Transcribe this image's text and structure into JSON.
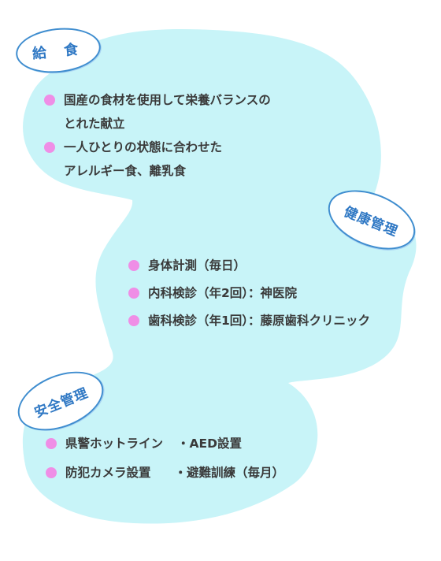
{
  "colors": {
    "blob": "#c8f4f8",
    "badge_text": "#2f78c4",
    "bullet": "#ef8ee6"
  },
  "sections": {
    "kyushoku": {
      "title": "給 食",
      "items": [
        "国産の食材を使用して栄養バランスの\nとれた献立",
        "一人ひとりの状態に合わせた\nアレルギー食、離乳食"
      ]
    },
    "kenko": {
      "title": "健康管理",
      "items": [
        "身体計測（毎日）",
        "内科検診（年2回）：神医院",
        "歯科検診（年1回）：藤原歯科クリニック"
      ]
    },
    "anzen": {
      "title": "安全管理",
      "items": [
        {
          "left": "県警ホットライン",
          "right": "・AED設置"
        },
        {
          "left": "防犯カメラ設置",
          "right": "・避難訓練（毎月）"
        }
      ]
    }
  }
}
